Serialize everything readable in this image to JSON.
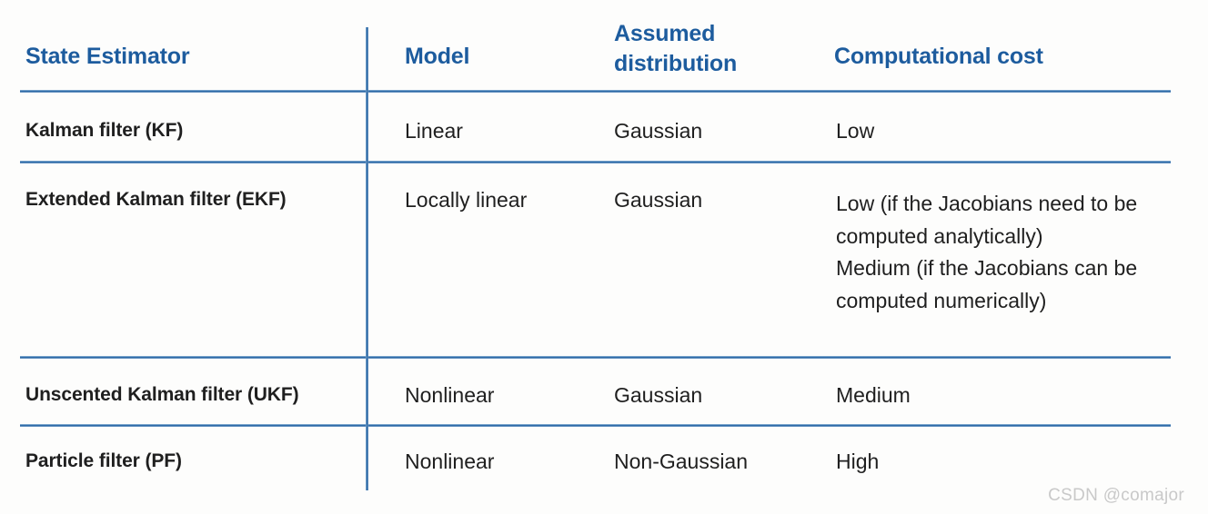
{
  "table": {
    "columns": [
      {
        "id": "state_estimator",
        "label": "State Estimator"
      },
      {
        "id": "model",
        "label": "Model"
      },
      {
        "id": "assumed_distribution",
        "label": "Assumed\ndistribution"
      },
      {
        "id": "computational_cost",
        "label": "Computational cost"
      }
    ],
    "rows": [
      {
        "id": "kf",
        "state_estimator": "Kalman filter (KF)",
        "model": "Linear",
        "assumed_distribution": "Gaussian",
        "computational_cost": "Low"
      },
      {
        "id": "ekf",
        "state_estimator": "Extended Kalman filter (EKF)",
        "model": "Locally linear",
        "assumed_distribution": "Gaussian",
        "computational_cost": "Low (if the Jacobians need to be computed analytically)\nMedium (if the Jacobians can be computed numerically)"
      },
      {
        "id": "ukf",
        "state_estimator": "Unscented Kalman filter (UKF)",
        "model": "Nonlinear",
        "assumed_distribution": "Gaussian",
        "computational_cost": "Medium"
      },
      {
        "id": "pf",
        "state_estimator": "Particle filter (PF)",
        "model": "Nonlinear",
        "assumed_distribution": "Non-Gaussian",
        "computational_cost": "High"
      }
    ]
  },
  "watermark": {
    "text": "CSDN @comajor"
  },
  "colors": {
    "header_text": "#1d5c9e",
    "rule": "#2e6ca8",
    "body_text": "#1f1f1f",
    "background": "#fdfdfc",
    "watermark": "#c9c9c9"
  }
}
